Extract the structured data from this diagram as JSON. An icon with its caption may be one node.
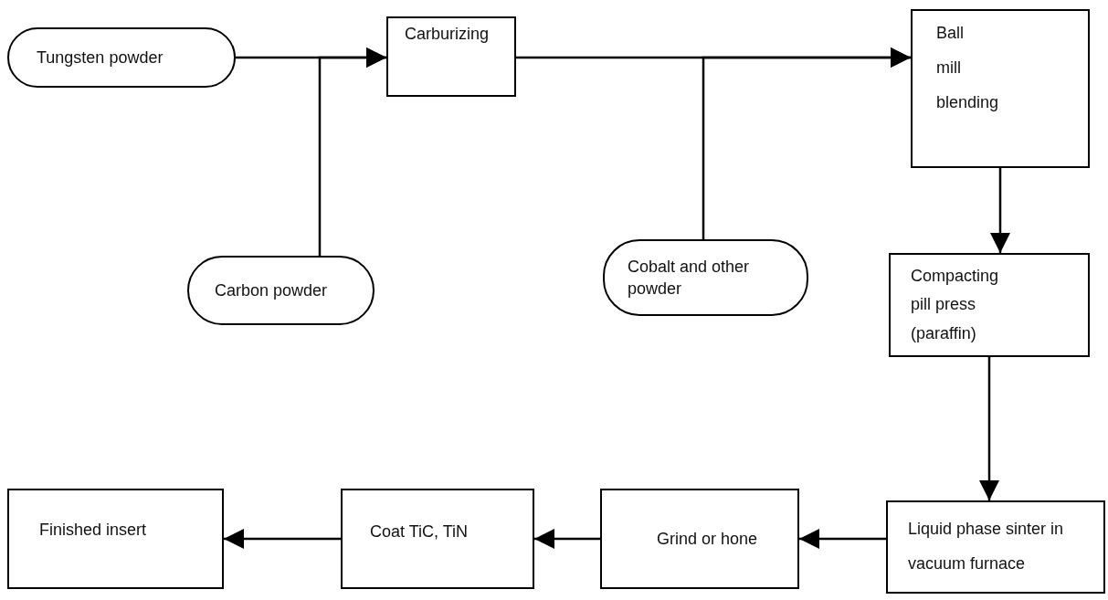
{
  "diagram": {
    "nodes": [
      {
        "text": [
          "Tungsten powder"
        ]
      },
      {
        "text": [
          "Carburizing"
        ]
      },
      {
        "text": [
          "Ball mill blending"
        ]
      },
      {
        "text": [
          "Carbon powder"
        ]
      },
      {
        "text": [
          "Cobalt and other powder"
        ]
      },
      {
        "text": [
          "Compacting pill press (paraffin)"
        ]
      },
      {
        "text": [
          "Liquid phase sinter in vacuum furnace"
        ]
      },
      {
        "text": [
          "Grind or hone"
        ]
      },
      {
        "text": [
          "Coat TiC, TiN"
        ]
      },
      {
        "text": [
          "Finished insert"
        ]
      }
    ],
    "edges": [
      {
        "from": 0,
        "to": 1,
        "arrow": "to"
      },
      {
        "from": 3,
        "to": 1,
        "arrow": "to"
      },
      {
        "from": 1,
        "to": 2,
        "arrow": "to"
      },
      {
        "from": 4,
        "to": 2,
        "arrow": "to"
      },
      {
        "from": 2,
        "to": 5,
        "arrow": "to"
      },
      {
        "from": 5,
        "to": 6,
        "arrow": "to"
      },
      {
        "from": 6,
        "to": 7,
        "arrow": "to"
      },
      {
        "from": 7,
        "to": 8,
        "arrow": "to"
      },
      {
        "from": 8,
        "to": 9,
        "arrow": "to"
      }
    ]
  }
}
